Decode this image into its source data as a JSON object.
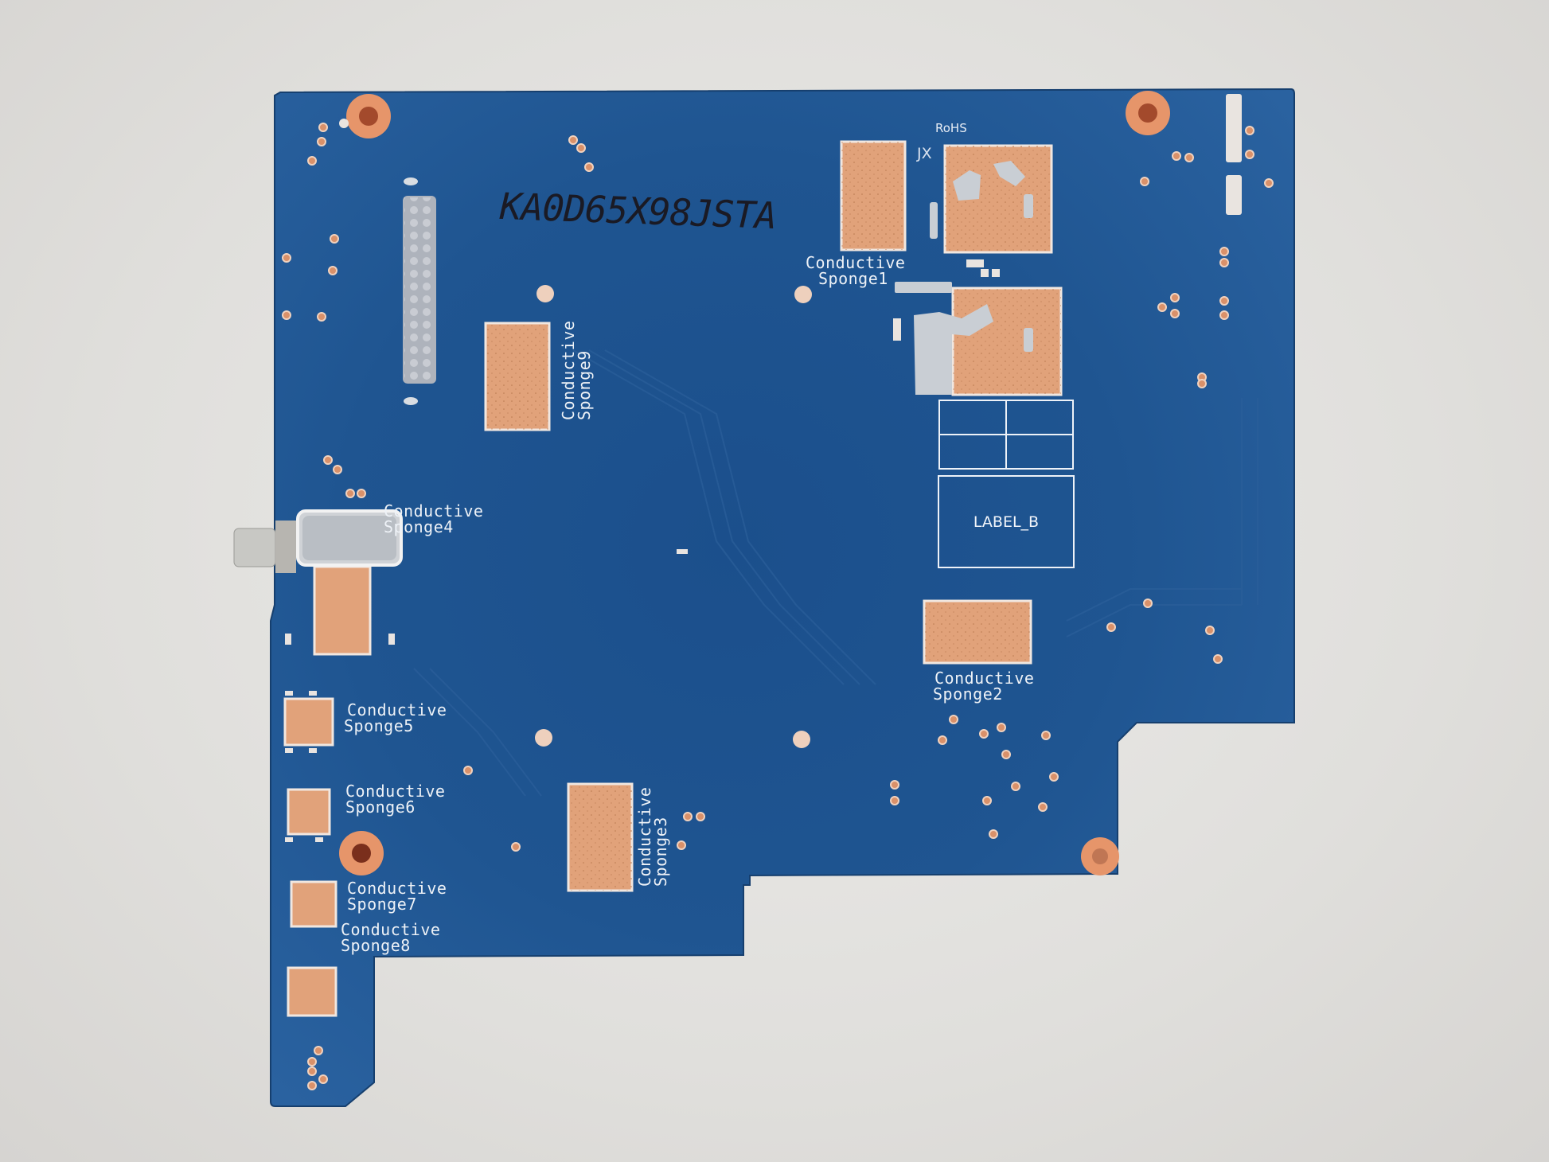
{
  "board": {
    "marker_text": "KA0D65X98JSTA",
    "rohs_text": "RoHS",
    "jx_text": "JX",
    "label_b": "LABEL_B",
    "colors": {
      "pcb": "#1d4f87",
      "copper": "#e1a27a",
      "background": "#e3e2df",
      "silkscreen": "#eef2f7"
    },
    "sponges": {
      "s1": {
        "line1": "Conductive",
        "line2": "Sponge1"
      },
      "s2": {
        "line1": "Conductive",
        "line2": "Sponge2"
      },
      "s3": {
        "line1": "Conductive",
        "line2": "Sponge3"
      },
      "s4": {
        "line1": "Conductive",
        "line2": "Sponge4"
      },
      "s5": {
        "line1": "Conductive",
        "line2": "Sponge5"
      },
      "s6": {
        "line1": "Conductive",
        "line2": "Sponge6"
      },
      "s7": {
        "line1": "Conductive",
        "line2": "Sponge7"
      },
      "s8": {
        "line1": "Conductive",
        "line2": "Sponge8"
      },
      "s9": {
        "line1": "Conductive",
        "line2": "Sponge9"
      }
    }
  }
}
